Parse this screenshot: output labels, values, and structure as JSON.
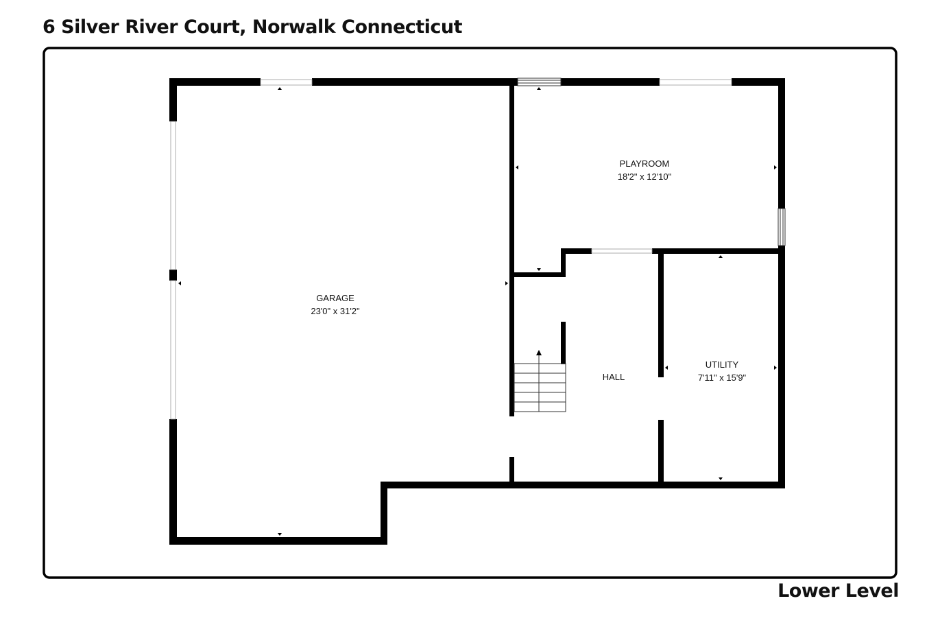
{
  "header": {
    "address": "6 Silver River Court, Norwalk Connecticut"
  },
  "footer": {
    "level": "Lower Level"
  },
  "rooms": {
    "garage": {
      "name": "GARAGE",
      "dims": "23'0\" x 31'2\""
    },
    "playroom": {
      "name": "PLAYROOM",
      "dims": "18'2\" x 12'10\""
    },
    "hall": {
      "name": "HALL"
    },
    "utility": {
      "name": "UTILITY",
      "dims": "7'11\" x 15'9\""
    }
  },
  "colors": {
    "wall": "#000000",
    "background": "#ffffff",
    "text": "#111111"
  }
}
